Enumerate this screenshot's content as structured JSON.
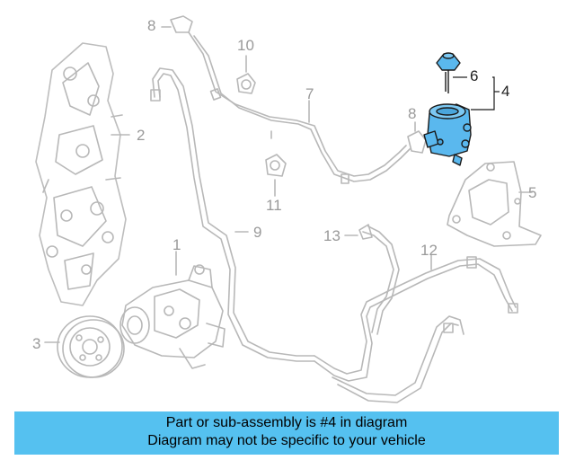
{
  "diagram": {
    "callouts": {
      "c1": "1",
      "c2": "2",
      "c3": "3",
      "c4": "4",
      "c5": "5",
      "c6": "6",
      "c7": "7",
      "c8a": "8",
      "c8b": "8",
      "c9": "9",
      "c10": "10",
      "c11": "11",
      "c12": "12",
      "c13": "13"
    },
    "highlight_color": "#5ab8ee",
    "part_color": "#b4b4b4"
  },
  "banner": {
    "line1": "Part or sub-assembly is #4 in diagram",
    "line2": "Diagram may not be specific to your vehicle",
    "background": "#55c1f0"
  }
}
